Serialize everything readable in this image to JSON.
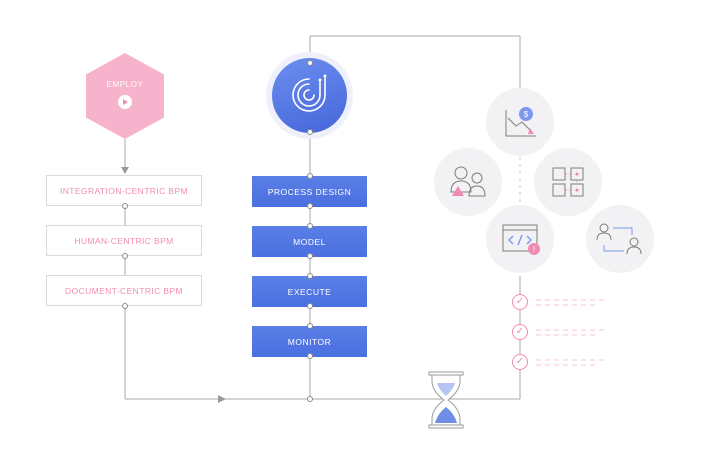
{
  "employ": {
    "label": "EMPLOY"
  },
  "bpm_types": [
    {
      "label": "INTEGRATION-CENTRIC BPM"
    },
    {
      "label": "HUMAN-CENTRIC BPM"
    },
    {
      "label": "DOCUMENT-CENTRIC BPM"
    }
  ],
  "process_steps": [
    {
      "label": "PROCESS DESIGN"
    },
    {
      "label": "MODEL"
    },
    {
      "label": "EXECUTE"
    },
    {
      "label": "MONITOR"
    }
  ],
  "icons": {
    "logo": "circular-logo-icon",
    "cost_down": "cost-decrease-icon",
    "team_alert": "team-warning-icon",
    "workflow_grid": "workflow-grid-icon",
    "code": "code-window-icon",
    "handoff": "user-handoff-icon",
    "hourglass": "hourglass-icon",
    "check": "check-icon"
  },
  "colors": {
    "pink": "#f28bb3",
    "pink_fill": "#f7b2cc",
    "blue": "#4a6fe0",
    "line": "#9a9a9a"
  }
}
